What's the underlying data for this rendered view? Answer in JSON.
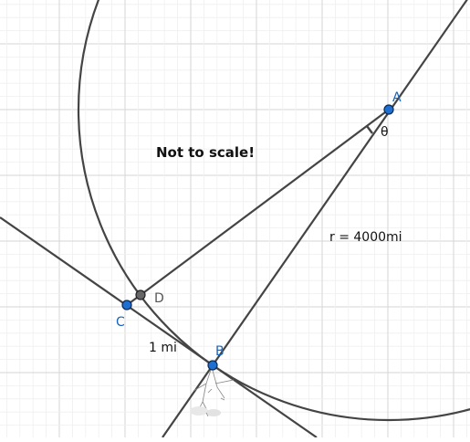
{
  "note": "Not to scale!",
  "points": {
    "A": "A",
    "B": "B",
    "C": "C",
    "D": "D"
  },
  "labels": {
    "radius": "r = 4000mi",
    "distance": "1 mi",
    "angle": "θ"
  },
  "colors": {
    "point_blue": "#1f6fd0",
    "point_grey": "#555555",
    "line": "#444444",
    "grid_major": "#d6d6d6",
    "grid_minor": "#efefef",
    "label_blue": "#1565c0"
  },
  "icons": {
    "person": "person-sketch-icon"
  }
}
